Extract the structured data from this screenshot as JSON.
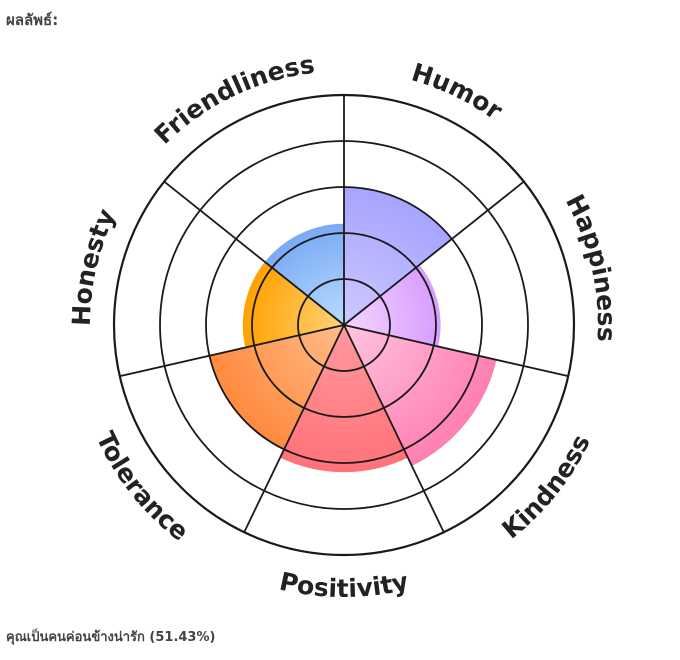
{
  "result_heading": "ผลลัพธ์:",
  "result_summary": "คุณเป็นคนค่อนข้างน่ารัก (51.43%)",
  "chart_data": {
    "type": "polar-area",
    "title": "",
    "scale_max": 5,
    "rings": 5,
    "categories": [
      "Humor",
      "Happiness",
      "Kindness",
      "Positivity",
      "Tolerance",
      "Honesty",
      "Friendliness"
    ],
    "values": [
      3.0,
      2.1,
      3.4,
      3.2,
      3.0,
      2.2,
      2.2
    ],
    "colors": [
      [
        "#cfc9ff",
        "#a6a4ff"
      ],
      [
        "#f3d6ff",
        "#d89dff"
      ],
      [
        "#ffc6e0",
        "#ff7fb3"
      ],
      [
        "#ff9aa0",
        "#ff7278"
      ],
      [
        "#ffbc8a",
        "#ff8a3d"
      ],
      [
        "#ffd27a",
        "#ffa200"
      ],
      [
        "#b9dcff",
        "#7aaaf5"
      ]
    ]
  }
}
